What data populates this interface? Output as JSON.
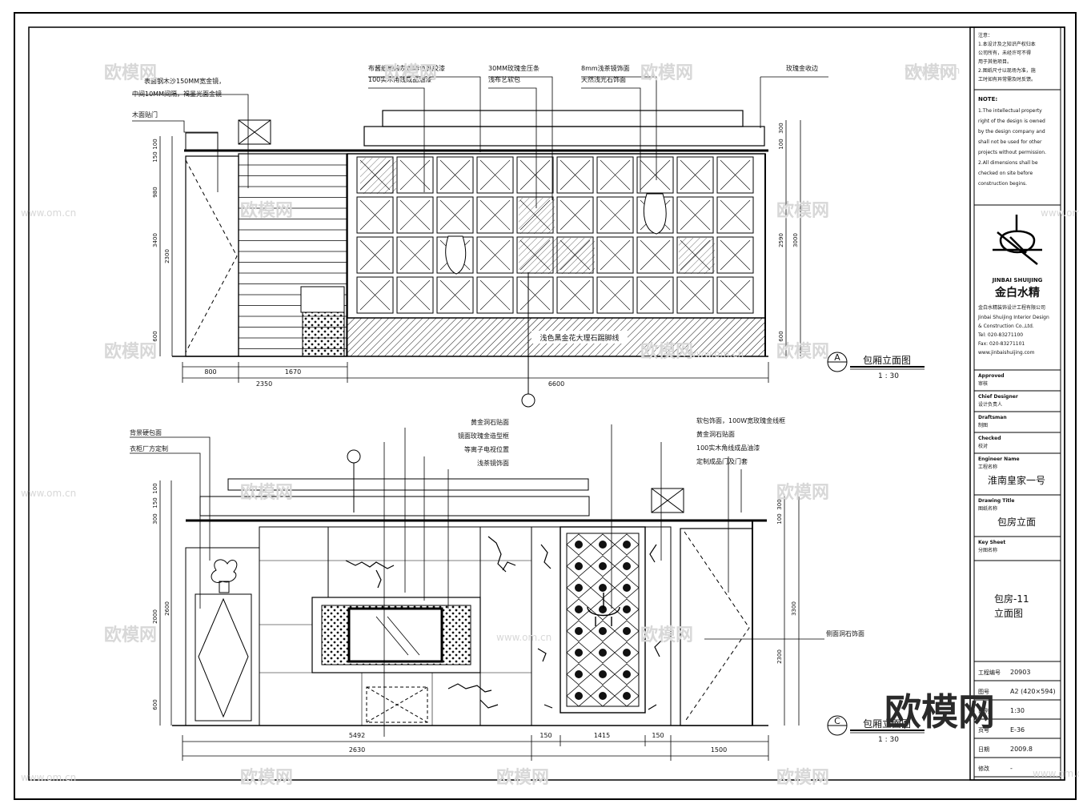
{
  "watermarks": {
    "site_cn": "欧模网",
    "site_url": "www.om.cn",
    "big": "欧模网"
  },
  "elevation_a": {
    "title": "包厢立面图",
    "scale": "1 : 30",
    "marker": "A",
    "notes_left": [
      "表面钢木沙150MM宽金镜，",
      "中间10MM间隔，褐墨光面金镜",
      "木面贴门"
    ],
    "notes_top": [
      "布酱纸刷浅灰加啡色乳胶漆",
      "100实木角线成品油漆",
      "30MM玫瑰金压条",
      "浅布艺软包",
      "8mm浅茶镜饰面",
      "天然浅光石饰面",
      "玫瑰金收边"
    ],
    "bottom_label": "浅色黑金花大理石踢脚线",
    "dims_bottom": [
      "800",
      "1670",
      "2350",
      "6600"
    ],
    "dims_left": [
      "100",
      "150",
      "980",
      "2300",
      "3400",
      "600"
    ],
    "dims_right": [
      "300",
      "100",
      "2590",
      "3000",
      "600"
    ]
  },
  "elevation_c": {
    "title": "包厢立面图",
    "scale": "1 : 30",
    "marker": "C",
    "notes_left": [
      "背景硬包面",
      "衣柜厂方定制"
    ],
    "notes_center": [
      "黄金洞石贴面",
      "镜面玫瑰金造型框",
      "等离子电视位置",
      "浅茶镜饰面"
    ],
    "notes_right": [
      "软包饰面，100W宽玫瑰金线框",
      "黄金洞石贴面",
      "100实木角线成品油漆",
      "定制成品门及门套"
    ],
    "side_note": "侧面洞石饰面",
    "dims_bottom": [
      "5492",
      "2630",
      "150",
      "1415",
      "150",
      "1500"
    ],
    "dims_left": [
      "100",
      "150",
      "300",
      "2600",
      "2000",
      "600"
    ],
    "dims_right": [
      "300",
      "100",
      "3300",
      "2300"
    ]
  },
  "title_block": {
    "note_cn_lines": [
      "注意：",
      "1.本设计及之知识产权归本",
      "公司所有，未经许可不得",
      "用于其他项目。",
      "2.图纸尺寸以现场为准，施",
      "工时如有异常需及时反馈。"
    ],
    "note_en_heading": "NOTE:",
    "note_en_lines": [
      "1.The intellectual property",
      "right of the design is owned",
      "by the design company and",
      "shall not be used for other",
      "projects without permission.",
      "2.All dimensions shall be",
      "checked on site before",
      "construction begins."
    ],
    "logo_en": "JINBAI SHUIJING",
    "logo_cn": "金白水精",
    "company_cn": "金白水精装饰设计工程有限公司",
    "company_en_lines": [
      "Jinbai Shuijing Interior Design",
      "& Construction Co.,Ltd.",
      "Tel: 020-83271100",
      "Fax: 020-83271101",
      "www.jinbaishuijing.com"
    ],
    "rows": [
      {
        "label_en": "Approved",
        "label_cn": "审核",
        "value": ""
      },
      {
        "label_en": "Chief Designer",
        "label_cn": "设计负责人",
        "value": ""
      },
      {
        "label_en": "Draftsman",
        "label_cn": "制图",
        "value": ""
      },
      {
        "label_en": "Checked",
        "label_cn": "校对",
        "value": ""
      },
      {
        "label_en": "Engineer Name",
        "label_cn": "工程名称",
        "value": "淮南皇家一号"
      },
      {
        "label_en": "Drawing Title",
        "label_cn": "图纸名称",
        "value": "包房立面"
      },
      {
        "label_en": "Key Sheet",
        "label_cn": "分图名称",
        "value": ""
      }
    ],
    "sheet_name_lines": [
      "包房-11",
      "立面图"
    ],
    "project_no_label": "工程编号",
    "project_no": "20903",
    "drawing_no_label": "图号",
    "size_value": "A2 (420×594)",
    "scale_label": "比例",
    "scale_value": "1:30",
    "sheet_label": "页号",
    "sheet_value": "E-36",
    "date_label": "日期",
    "date_value": "2009.8",
    "rev_label": "修改",
    "rev_value": "-"
  }
}
